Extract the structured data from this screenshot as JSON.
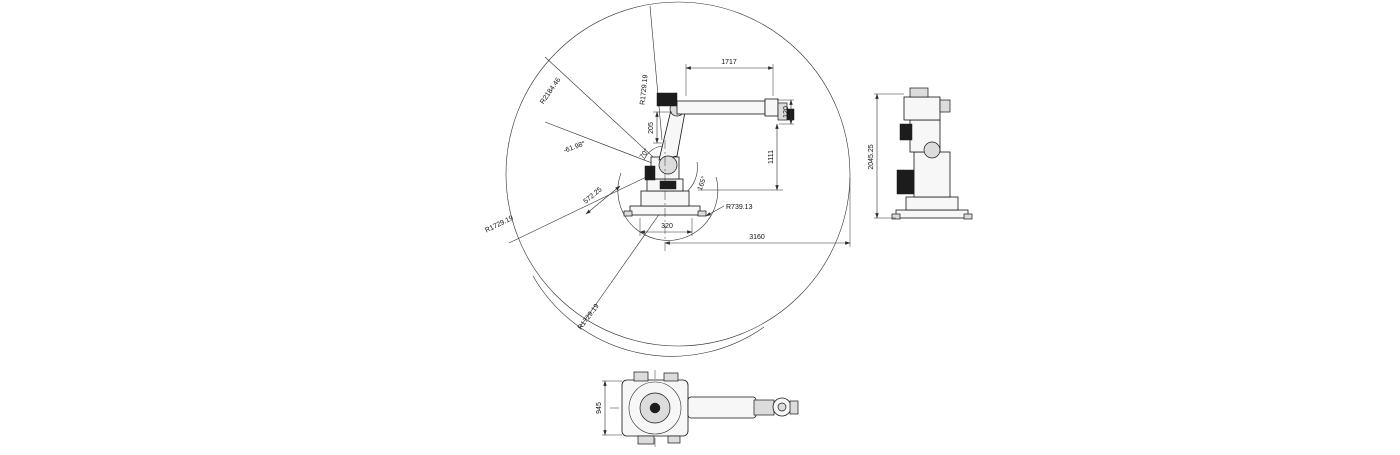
{
  "main_view": {
    "dim_arm_length": "1717",
    "dim_wrist_offset": "120",
    "dim_shoulder_drop": "205",
    "dim_axis_height": "1111",
    "dim_base_width": "320",
    "dim_max_reach_floor": "3160",
    "dim_base_diagonal": "572.25",
    "r_max": "R2184.46",
    "r_top": "R1729.19",
    "r_left": "R1729.19",
    "r_bottom": "R1729.19",
    "r_min": "R739.13",
    "ang_upper": "70°",
    "ang_lower": "165°",
    "ang_rear": "-61.98°"
  },
  "side_view": {
    "dim_height": "2045.25"
  },
  "top_view": {
    "dim_width": "945"
  }
}
